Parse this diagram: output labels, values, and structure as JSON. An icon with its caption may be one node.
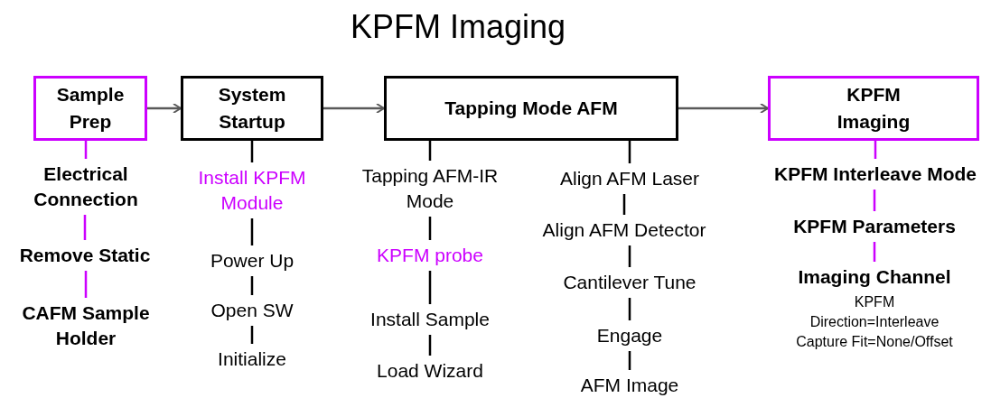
{
  "diagram": {
    "title": "KPFM Imaging",
    "nodes": [
      {
        "text": [
          "Sample Prep"
        ]
      },
      {
        "text": [
          "System Startup"
        ]
      },
      {
        "text": [
          "Tapping Mode AFM"
        ]
      },
      {
        "text": [
          "KPFM Imaging"
        ]
      },
      {
        "text": [
          "Electrical Connection"
        ]
      },
      {
        "text": [
          "Remove Static"
        ]
      },
      {
        "text": [
          "CAFM Sample Holder"
        ]
      },
      {
        "text": [
          "Install KPFM Module"
        ]
      },
      {
        "text": [
          "Power Up"
        ]
      },
      {
        "text": [
          "Open SW"
        ]
      },
      {
        "text": [
          "Initialize"
        ]
      },
      {
        "text": [
          "Tapping AFM-IR Mode"
        ]
      },
      {
        "text": [
          "KPFM probe"
        ]
      },
      {
        "text": [
          "Install Sample"
        ]
      },
      {
        "text": [
          "Load Wizard"
        ]
      },
      {
        "text": [
          "Align AFM Laser"
        ]
      },
      {
        "text": [
          "Align AFM Detector"
        ]
      },
      {
        "text": [
          "Cantilever Tune"
        ]
      },
      {
        "text": [
          "Engage"
        ]
      },
      {
        "text": [
          "AFM Image"
        ]
      },
      {
        "text": [
          "KPFM Interleave Mode"
        ]
      },
      {
        "text": [
          "KPFM Parameters"
        ]
      },
      {
        "text": [
          "Imaging Channel"
        ],
        "beside": [
          "KPFM",
          "Direction=Interleave",
          "Capture Fit=None/Offset"
        ]
      }
    ],
    "edges": [
      {
        "from": 0,
        "to": 1,
        "arrow": "to",
        "color": "#595959"
      },
      {
        "from": 1,
        "to": 2,
        "arrow": "to",
        "color": "#595959"
      },
      {
        "from": 2,
        "to": 3,
        "arrow": "to",
        "color": "#595959"
      },
      {
        "from": 0,
        "to": 4,
        "arrow": "none",
        "color": "#cc00ff"
      },
      {
        "from": 4,
        "to": 5,
        "arrow": "none",
        "color": "#cc00ff"
      },
      {
        "from": 5,
        "to": 6,
        "arrow": "none",
        "color": "#cc00ff"
      },
      {
        "from": 1,
        "to": 7,
        "arrow": "none"
      },
      {
        "from": 7,
        "to": 8,
        "arrow": "none"
      },
      {
        "from": 8,
        "to": 9,
        "arrow": "none"
      },
      {
        "from": 9,
        "to": 10,
        "arrow": "none"
      },
      {
        "from": 2,
        "to": 11,
        "arrow": "none"
      },
      {
        "from": 11,
        "to": 12,
        "arrow": "none"
      },
      {
        "from": 12,
        "to": 13,
        "arrow": "none"
      },
      {
        "from": 13,
        "to": 14,
        "arrow": "none"
      },
      {
        "from": 2,
        "to": 15,
        "arrow": "none"
      },
      {
        "from": 15,
        "to": 16,
        "arrow": "none"
      },
      {
        "from": 16,
        "to": 17,
        "arrow": "none"
      },
      {
        "from": 17,
        "to": 18,
        "arrow": "none"
      },
      {
        "from": 18,
        "to": 19,
        "arrow": "none"
      },
      {
        "from": 3,
        "to": 20,
        "arrow": "none",
        "color": "#cc00ff"
      },
      {
        "from": 20,
        "to": 21,
        "arrow": "none",
        "color": "#cc00ff"
      },
      {
        "from": 21,
        "to": 22,
        "arrow": "none",
        "color": "#cc00ff"
      }
    ]
  }
}
